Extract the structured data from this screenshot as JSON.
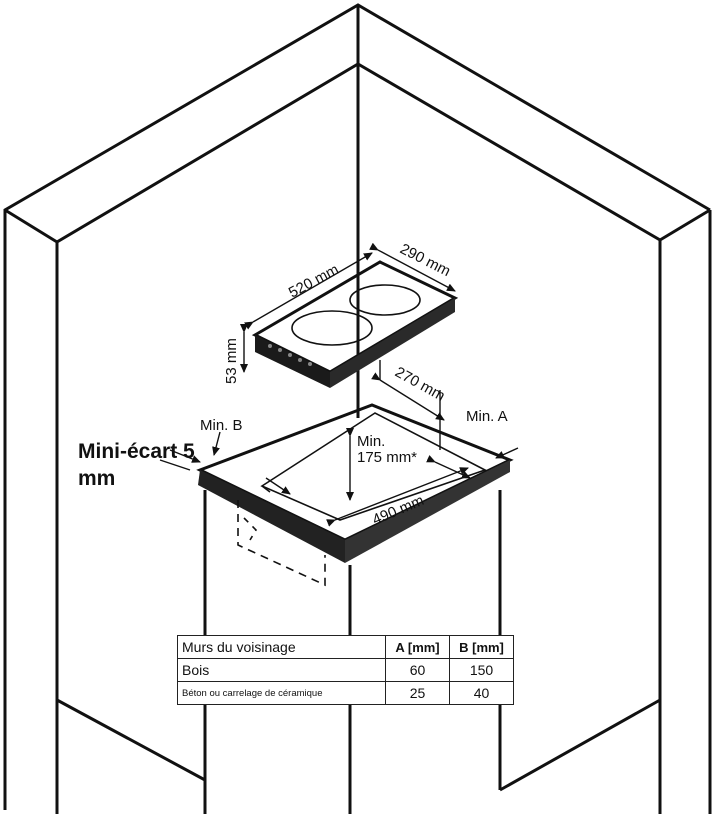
{
  "dimensions": {
    "hob_width": "520 mm",
    "hob_depth": "290 mm",
    "hob_height": "53 mm",
    "cutout_depth": "270 mm",
    "cutout_width": "490 mm",
    "min_below": "Min.",
    "min_below_value": "175 mm*",
    "min_a": "Min. A",
    "min_b": "Min. B"
  },
  "note": "Mini-écart 5 mm",
  "clearance_table": {
    "headers": [
      "Murs du voisinage",
      "A [mm]",
      "B [mm]"
    ],
    "rows": [
      {
        "label": "Bois",
        "a": "60",
        "b": "150"
      },
      {
        "label": "Béton ou carrelage de céramique",
        "a": "25",
        "b": "40"
      }
    ]
  }
}
